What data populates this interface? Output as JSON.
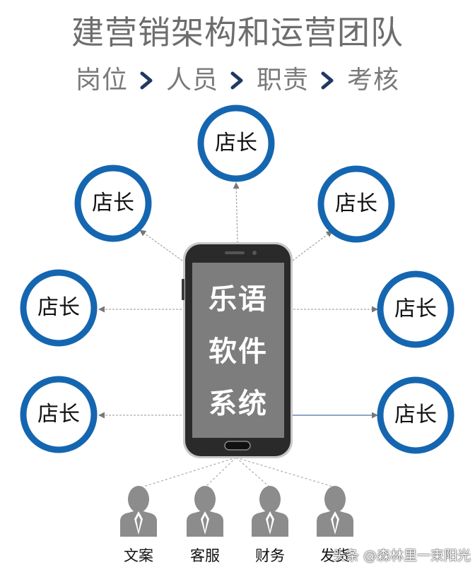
{
  "title": "建营销架构和运营团队",
  "flow_steps": [
    "岗位",
    "人员",
    "职责",
    "考核"
  ],
  "nodes": [
    "店长",
    "店长",
    "店长",
    "店长",
    "店长",
    "店长",
    "店长"
  ],
  "screen_lines": [
    "乐语",
    "软件",
    "系统"
  ],
  "roles": [
    "文案",
    "客服",
    "财务",
    "发货"
  ],
  "watermark": "头条 @森林里一束阳光",
  "colors": {
    "ring_blue": "#1566b0",
    "title_gray": "#6d6d6d",
    "arrow_navy": "#1f3864",
    "phone_body": "#2a2a2a",
    "screen_gray": "#7d7d7d",
    "person_gray": "#8c8c8c"
  }
}
